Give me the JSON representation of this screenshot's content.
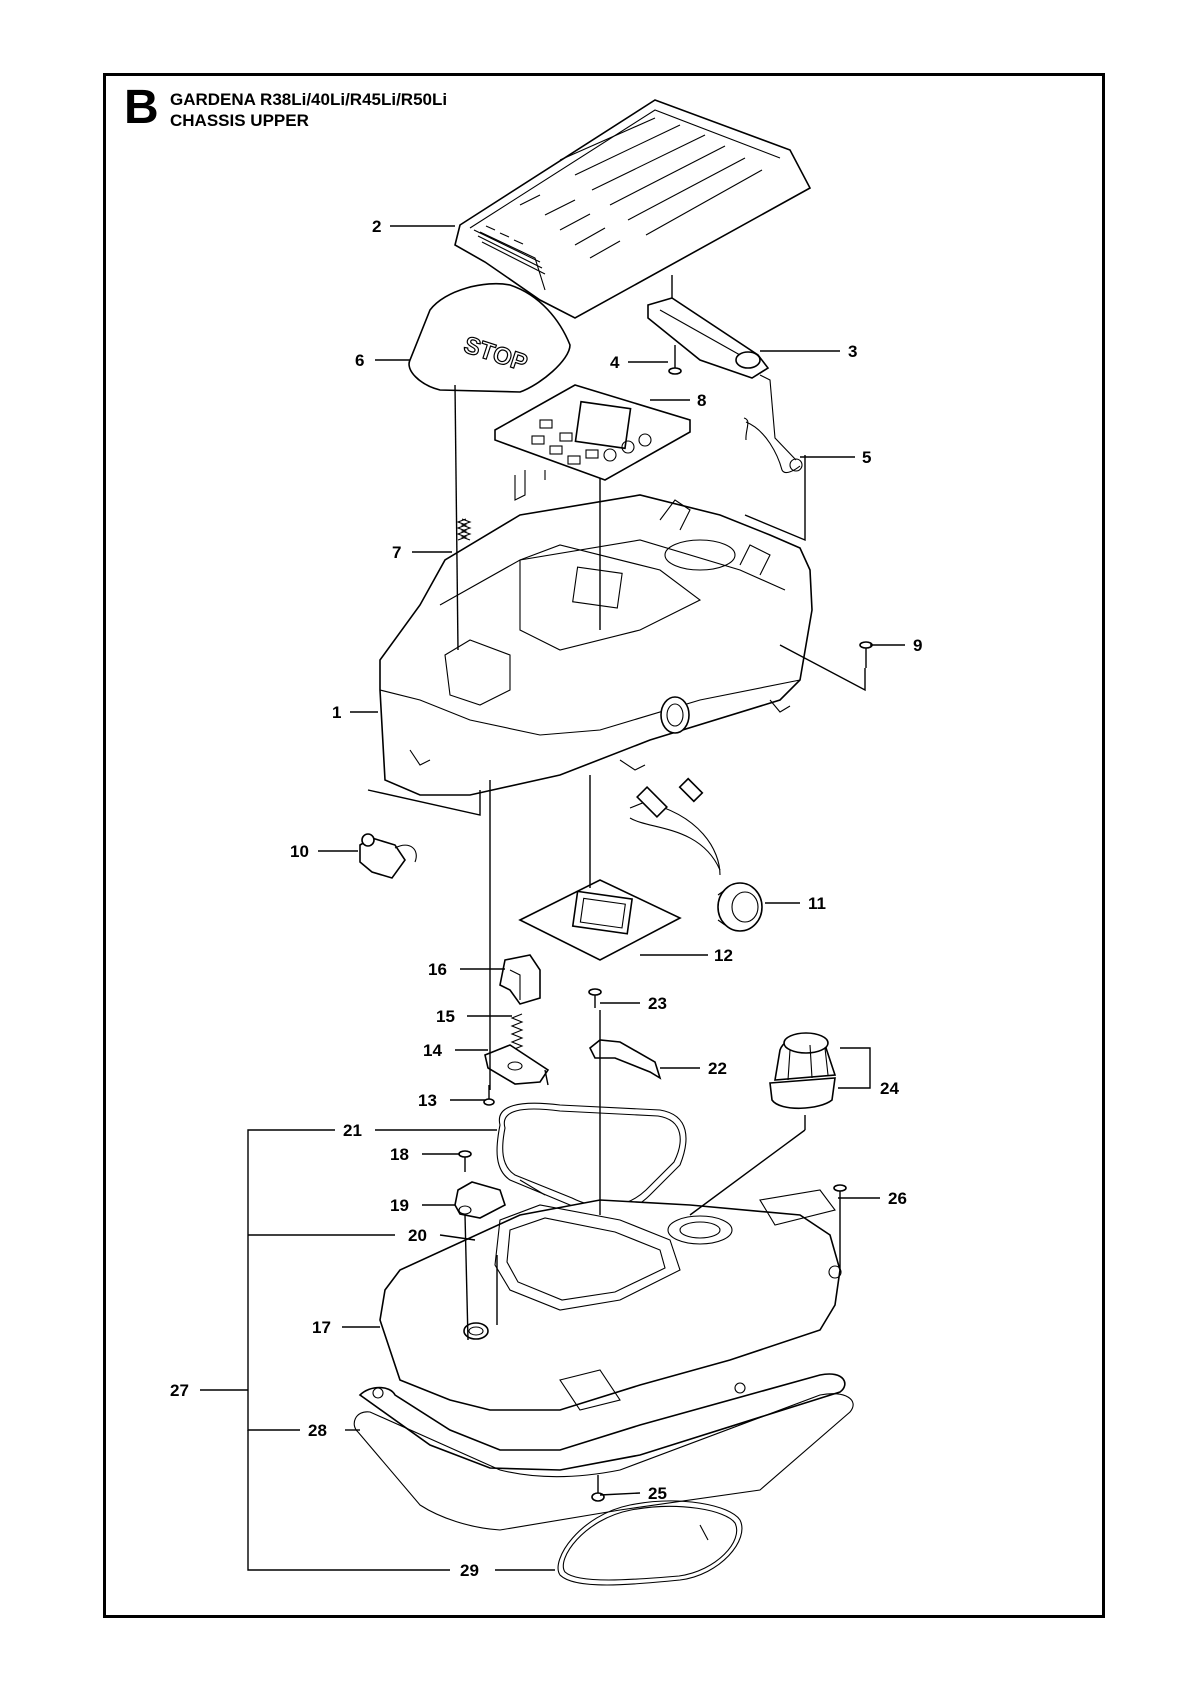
{
  "header": {
    "section_letter": "B",
    "title_line1": "GARDENA  R38Li/40Li/R45Li/R50Li",
    "title_line2": "CHASSIS UPPER",
    "stop_label": "STOP"
  },
  "callouts": [
    {
      "id": "1",
      "label": "1"
    },
    {
      "id": "2",
      "label": "2"
    },
    {
      "id": "3",
      "label": "3"
    },
    {
      "id": "4",
      "label": "4"
    },
    {
      "id": "5",
      "label": "5"
    },
    {
      "id": "6",
      "label": "6"
    },
    {
      "id": "7",
      "label": "7"
    },
    {
      "id": "8",
      "label": "8"
    },
    {
      "id": "9",
      "label": "9"
    },
    {
      "id": "10",
      "label": "10"
    },
    {
      "id": "11",
      "label": "11"
    },
    {
      "id": "12",
      "label": "12"
    },
    {
      "id": "13",
      "label": "13"
    },
    {
      "id": "14",
      "label": "14"
    },
    {
      "id": "15",
      "label": "15"
    },
    {
      "id": "16",
      "label": "16"
    },
    {
      "id": "17",
      "label": "17"
    },
    {
      "id": "18",
      "label": "18"
    },
    {
      "id": "19",
      "label": "19"
    },
    {
      "id": "20",
      "label": "20"
    },
    {
      "id": "21",
      "label": "21"
    },
    {
      "id": "22",
      "label": "22"
    },
    {
      "id": "23",
      "label": "23"
    },
    {
      "id": "24",
      "label": "24"
    },
    {
      "id": "25",
      "label": "25"
    },
    {
      "id": "26",
      "label": "26"
    },
    {
      "id": "27",
      "label": "27"
    },
    {
      "id": "28",
      "label": "28"
    },
    {
      "id": "29",
      "label": "29"
    }
  ]
}
